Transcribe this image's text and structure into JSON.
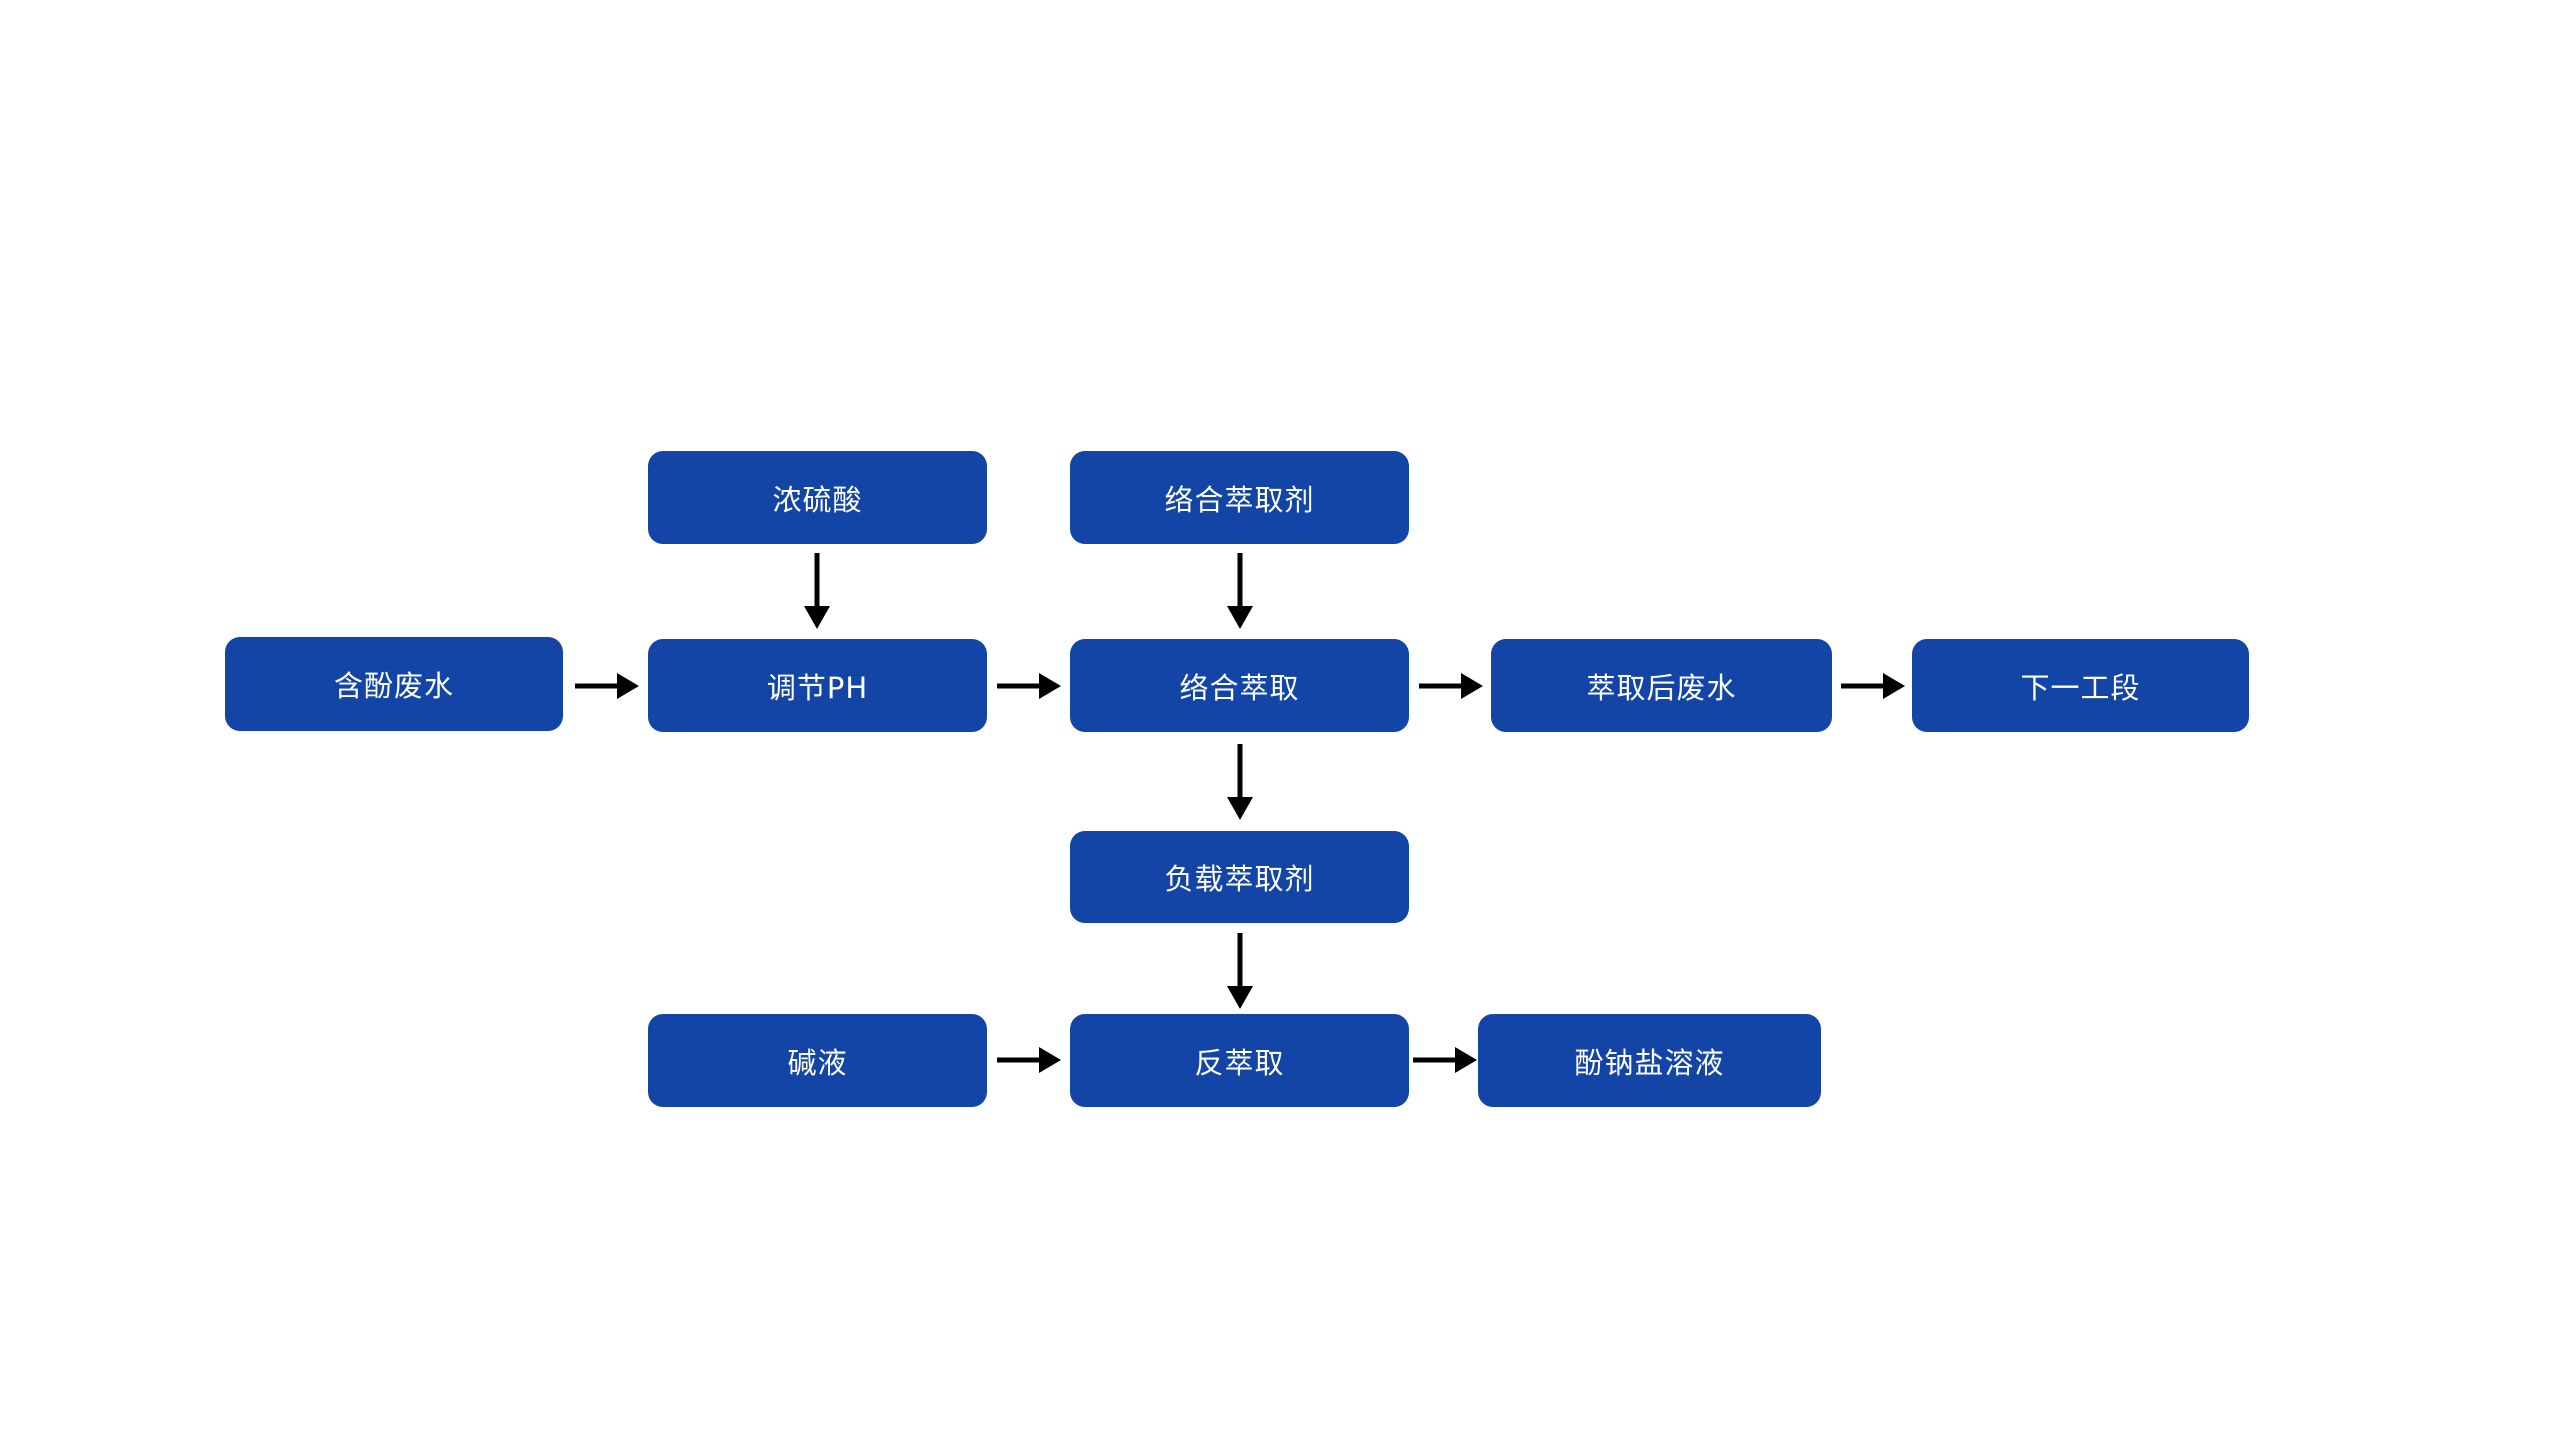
{
  "diagram": {
    "type": "flowchart",
    "description": "Phenol-containing wastewater treatment process by complexation extraction",
    "colors": {
      "background": "#ffffff",
      "node_fill": "#1245a5",
      "node_text": "#ffffff",
      "arrow": "#000000"
    },
    "nodes": [
      {
        "id": "concentrated-sulfuric-acid",
        "label": "浓硫酸"
      },
      {
        "id": "complexing-extractant",
        "label": "络合萃取剂"
      },
      {
        "id": "phenolic-wastewater",
        "label": "含酚废水"
      },
      {
        "id": "adjust-ph",
        "label": "调节PH"
      },
      {
        "id": "complexation-extraction",
        "label": "络合萃取"
      },
      {
        "id": "post-extraction-wastewater",
        "label": "萃取后废水"
      },
      {
        "id": "next-stage",
        "label": "下一工段"
      },
      {
        "id": "loaded-extractant",
        "label": "负载萃取剂"
      },
      {
        "id": "alkali-solution",
        "label": "碱液"
      },
      {
        "id": "back-extraction",
        "label": "反萃取"
      },
      {
        "id": "sodium-phenolate-solution",
        "label": "酚钠盐溶液"
      }
    ],
    "edges": [
      {
        "from": "phenolic-wastewater",
        "to": "adjust-ph"
      },
      {
        "from": "concentrated-sulfuric-acid",
        "to": "adjust-ph"
      },
      {
        "from": "adjust-ph",
        "to": "complexation-extraction"
      },
      {
        "from": "complexing-extractant",
        "to": "complexation-extraction"
      },
      {
        "from": "complexation-extraction",
        "to": "post-extraction-wastewater"
      },
      {
        "from": "post-extraction-wastewater",
        "to": "next-stage"
      },
      {
        "from": "complexation-extraction",
        "to": "loaded-extractant"
      },
      {
        "from": "loaded-extractant",
        "to": "back-extraction"
      },
      {
        "from": "alkali-solution",
        "to": "back-extraction"
      },
      {
        "from": "back-extraction",
        "to": "sodium-phenolate-solution"
      }
    ]
  }
}
